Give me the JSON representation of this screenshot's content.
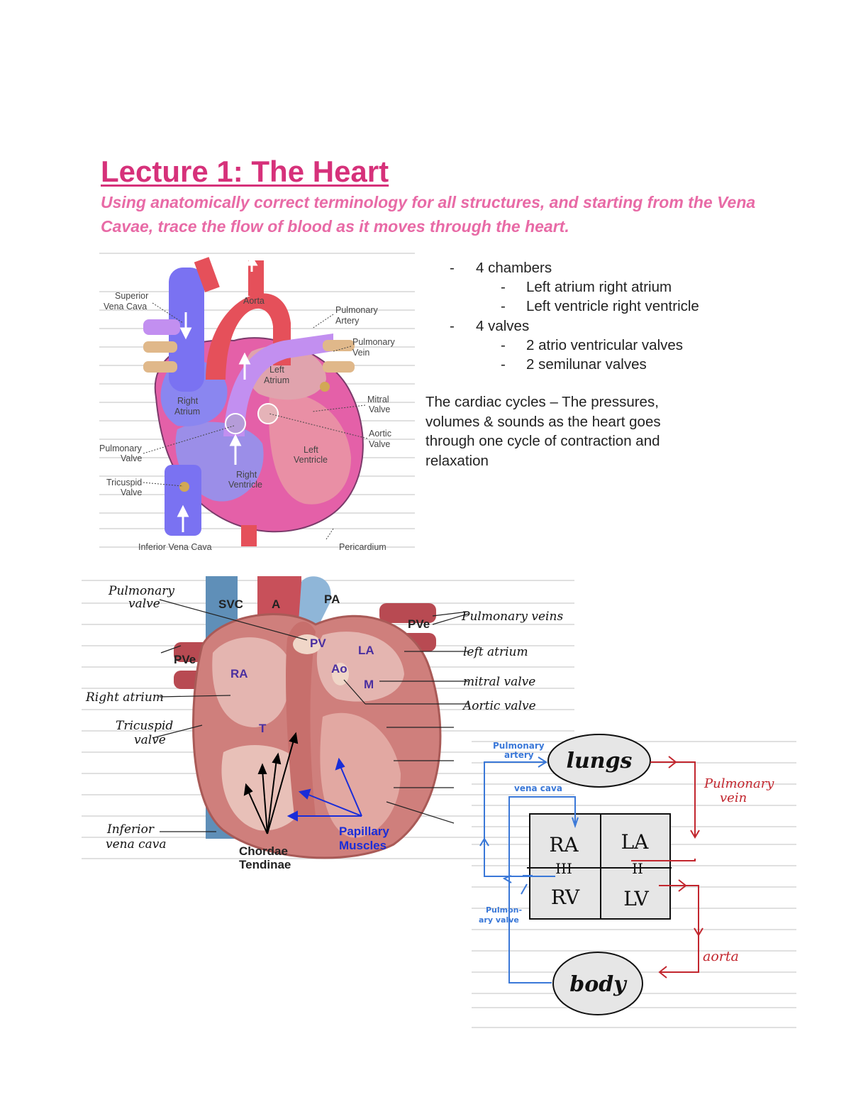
{
  "document": {
    "title": "Lecture 1: The Heart",
    "subtitle": "Using anatomically correct terminology for all structures, and starting from the Vena Cavae, trace the flow of blood as it moves through the heart."
  },
  "bullets": {
    "chambers": "4 chambers",
    "chambers_a": "Left atrium right atrium",
    "chambers_b": "Left ventricle right ventricle",
    "valves": "4 valves",
    "valves_a": "2 atrio ventricular valves",
    "valves_b": "2 semilunar valves",
    "dash": "-"
  },
  "cardiac_cycle": "The cardiac cycles – The pressures, volumes & sounds as the heart goes through one cycle of contraction and relaxation",
  "figure1": {
    "labels": {
      "svc1": "Superior",
      "svc2": "Vena Cava",
      "aorta": "Aorta",
      "pa1": "Pulmonary",
      "pa2": "Artery",
      "pv1": "Pulmonary",
      "pv2": "Vein",
      "la1": "Left",
      "la2": "Atrium",
      "ra1": "Right",
      "ra2": "Atrium",
      "mv1": "Mitral",
      "mv2": "Valve",
      "av1": "Aortic",
      "av2": "Valve",
      "pulv1": "Pulmonary",
      "pulv2": "Valve",
      "lv1": "Left",
      "lv2": "Ventricle",
      "rv1": "Right",
      "rv2": "Ventricle",
      "tv1": "Tricuspid",
      "tv2": "Valve",
      "ivc": "Inferior Vena Cava",
      "peri": "Pericardium"
    }
  },
  "figure2": {
    "labels": {
      "svc": "SVC",
      "a": "A",
      "pa": "PA",
      "pve_r": "PVe",
      "pv": "PV",
      "la": "LA",
      "ao": "Ao",
      "m": "M",
      "pve_l": "PVe",
      "ra": "RA",
      "t": "T",
      "pap1": "Papillary",
      "pap2": "Muscles",
      "ct1": "Chordae",
      "ct2": "Tendinae"
    },
    "notes": {
      "pulm_valve1": "Pulmonary",
      "pulm_valve2": "valve",
      "right_atrium": "Right atrium",
      "tricuspid1": "Tricuspid",
      "tricuspid2": "valve",
      "ivc1": "Inferior",
      "ivc2": "vena cava",
      "pulm_veins": "Pulmonary veins",
      "left_atrium": "left atrium",
      "mitral": "mitral valve",
      "aortic": "Aortic valve"
    }
  },
  "flow_diagram": {
    "lungs": "lungs",
    "body": "body",
    "ra": "RA",
    "la": "LA",
    "rv": "RV",
    "lv": "LV",
    "sep_left": "III",
    "sep_right": "II",
    "pulm_artery1": "Pulmonary",
    "pulm_artery2": "artery",
    "vena_cava": "vena cava",
    "pulm_valve1": "Pulmon-",
    "pulm_valve2": "ary valve",
    "pulm_vein1": "Pulmonary",
    "pulm_vein2": "vein",
    "aorta": "aorta"
  }
}
